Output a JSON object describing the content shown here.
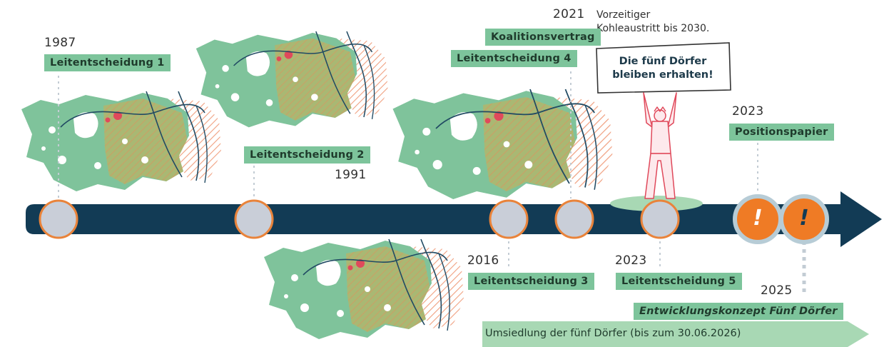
{
  "events": [
    {
      "year": "1987",
      "label": "Leitentscheidung 1"
    },
    {
      "year": "1991",
      "label": "Leitentscheidung 2"
    },
    {
      "year": "2016",
      "label": "Leitentscheidung 3"
    },
    {
      "year": "2021",
      "label": "Leitentscheidung 4",
      "extra_label": "Koalitionsvertrag",
      "note_line1": "Vorzeitiger",
      "note_line2": "Kohleaustritt bis 2030."
    },
    {
      "year": "2023",
      "label": "Leitentscheidung 5"
    },
    {
      "year": "2023",
      "label": "Positionspapier"
    },
    {
      "year": "2025",
      "label": "Entwicklungskonzept Fünf Dörfer"
    }
  ],
  "sign": {
    "line1": "Die fünf Dörfer",
    "line2": "bleiben erhalten!"
  },
  "marker_symbol": "!",
  "relocation": {
    "label": "Umsiedlung der fünf Dörfer (bis zum 30.06.2026)"
  },
  "colors": {
    "timeline": "#123b55",
    "map_green": "#7fc39b",
    "tag_green": "#7dc49b",
    "marker_fill": "#c9ced8",
    "marker_ring": "#e9833a",
    "alert_orange": "#ef7b25",
    "alert_ring": "#b7ccd6",
    "figure_red": "#e0495b",
    "hatch_orange": "#f0a080"
  }
}
